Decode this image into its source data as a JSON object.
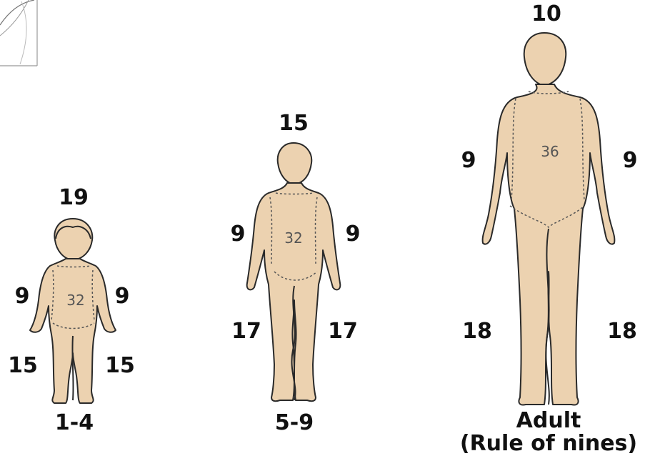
{
  "figures": [
    {
      "id": "child-1-4",
      "caption": "1-4",
      "head": "19",
      "trunk": "32",
      "left_arm": "9",
      "right_arm": "9",
      "left_leg": "15",
      "right_leg": "15"
    },
    {
      "id": "child-5-9",
      "caption": "5-9",
      "head": "15",
      "trunk": "32",
      "left_arm": "9",
      "right_arm": "9",
      "left_leg": "17",
      "right_leg": "17"
    },
    {
      "id": "adult",
      "caption_line1": "Adult",
      "caption_line2": "(Rule of nines)",
      "head": "10",
      "trunk": "36",
      "left_arm": "9",
      "right_arm": "9",
      "left_leg": "18",
      "right_leg": "18"
    }
  ],
  "colors": {
    "skin": "#ecd2b0",
    "outline": "#2a2a2a",
    "text": "#111111"
  }
}
